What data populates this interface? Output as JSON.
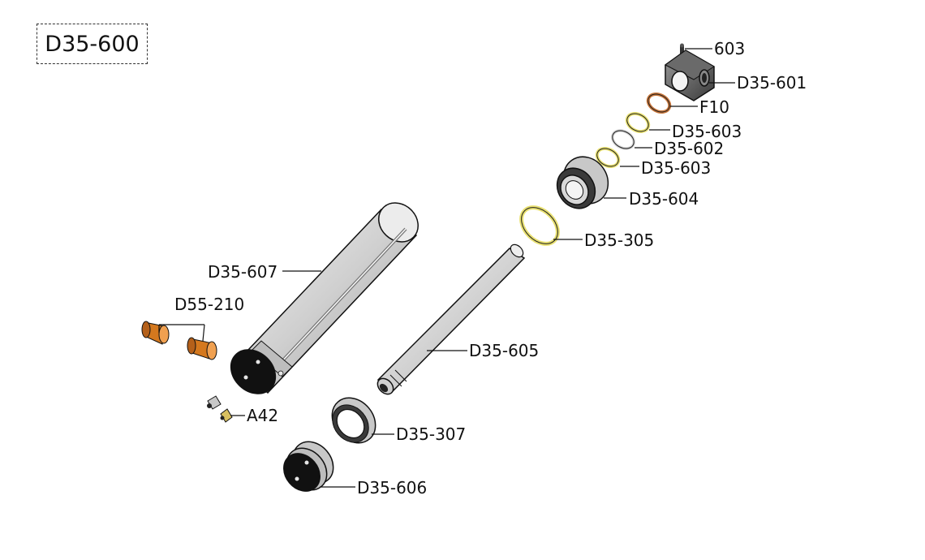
{
  "diagram": {
    "title": "D35-600",
    "parts": [
      {
        "id": "603",
        "label": "603"
      },
      {
        "id": "D35-601",
        "label": "D35-601"
      },
      {
        "id": "F10",
        "label": "F10"
      },
      {
        "id": "D35-603a",
        "label": "D35-603"
      },
      {
        "id": "D35-602",
        "label": "D35-602"
      },
      {
        "id": "D35-603b",
        "label": "D35-603"
      },
      {
        "id": "D35-604",
        "label": "D35-604"
      },
      {
        "id": "D35-305",
        "label": "D35-305"
      },
      {
        "id": "D35-607",
        "label": "D35-607"
      },
      {
        "id": "D55-210",
        "label": "D55-210"
      },
      {
        "id": "D35-605",
        "label": "D35-605"
      },
      {
        "id": "A42",
        "label": "A42"
      },
      {
        "id": "D35-307",
        "label": "D35-307"
      },
      {
        "id": "D35-606",
        "label": "D35-606"
      }
    ],
    "colors": {
      "line": "#111111",
      "bushing": "#d4781e",
      "oring_yellow": "#e8e070",
      "oring_copper": "#c8763a",
      "metal_light": "#e6e6e6",
      "metal_dark": "#1a1a1a"
    }
  }
}
